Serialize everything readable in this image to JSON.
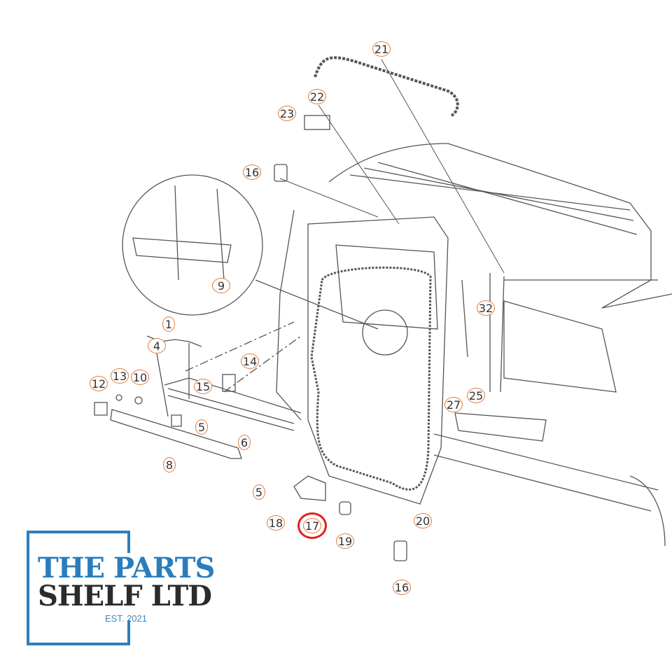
{
  "diagram": {
    "callouts": [
      {
        "number": "21"
      },
      {
        "number": "22"
      },
      {
        "number": "23"
      },
      {
        "number": "16"
      },
      {
        "number": "9"
      },
      {
        "number": "32"
      },
      {
        "number": "1"
      },
      {
        "number": "4"
      },
      {
        "number": "14"
      },
      {
        "number": "12"
      },
      {
        "number": "13"
      },
      {
        "number": "10"
      },
      {
        "number": "15"
      },
      {
        "number": "25"
      },
      {
        "number": "27"
      },
      {
        "number": "5"
      },
      {
        "number": "6"
      },
      {
        "number": "8"
      },
      {
        "number": "5"
      },
      {
        "number": "18"
      },
      {
        "number": "17",
        "highlighted": true
      },
      {
        "number": "19"
      },
      {
        "number": "20"
      },
      {
        "number": "16"
      }
    ],
    "highlight_color": "#e0201c",
    "callout_color": "#e07a3c"
  },
  "logo": {
    "line1": "THE PARTS",
    "line2": "SHELF LTD",
    "est": "EST. 2021",
    "brand_color": "#2a7dbd"
  }
}
